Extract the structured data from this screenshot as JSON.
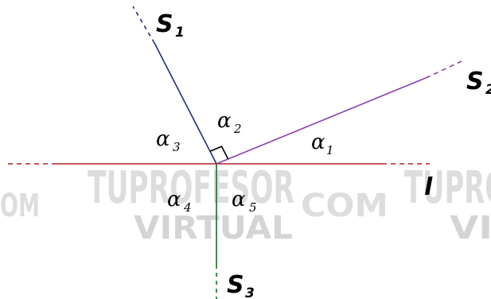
{
  "watermark": {
    "brand_top": "TUPROFESOR",
    "brand_bottom": "VIRTUAL",
    "brand_suffix": "COM",
    "left_fragment": "OM",
    "right_top_fragment": "TUPRO",
    "right_bottom_fragment": "VIR"
  },
  "labels": {
    "s1": "S",
    "s1_sub": "1",
    "s2": "S",
    "s2_sub": "2",
    "s3": "S",
    "s3_sub": "3",
    "l": "l",
    "a1": "α",
    "a1_sub": "1",
    "a2": "α",
    "a2_sub": "2",
    "a3": "α",
    "a3_sub": "3",
    "a4": "α",
    "a4_sub": "4",
    "a5": "α",
    "a5_sub": "5"
  },
  "colors": {
    "line_l": "#b22222",
    "ray_s1": "#1f2f7a",
    "ray_s2": "#8a3fb0",
    "ray_s3": "#1e6b1e",
    "right_angle": "#000000",
    "watermark": "#d9d9d9",
    "text": "#000000"
  }
}
